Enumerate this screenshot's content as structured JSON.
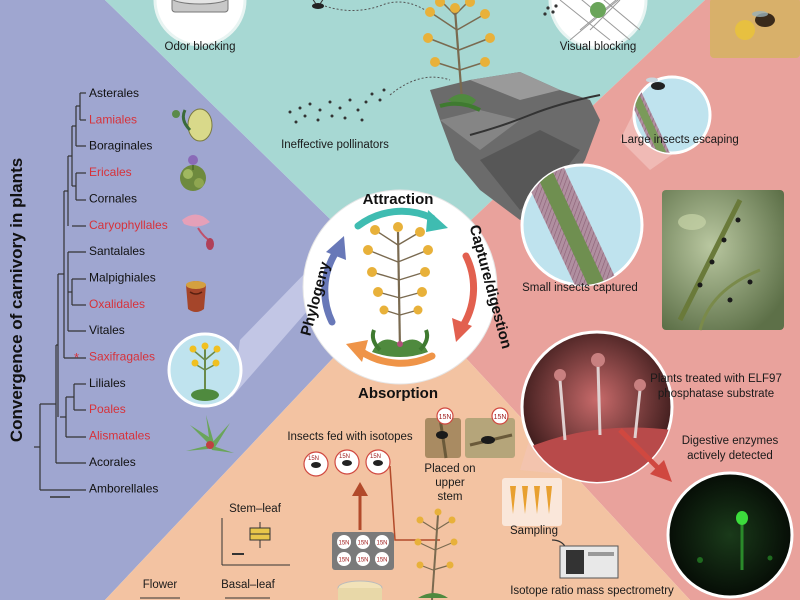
{
  "sidebar": {
    "title": "Convergence of carnivory in plants",
    "orders": [
      {
        "name": "Asterales",
        "color": "#111111"
      },
      {
        "name": "Lamiales",
        "color": "#d7323a"
      },
      {
        "name": "Boraginales",
        "color": "#111111"
      },
      {
        "name": "Ericales",
        "color": "#d7323a"
      },
      {
        "name": "Cornales",
        "color": "#111111"
      },
      {
        "name": "Caryophyllales",
        "color": "#d7323a"
      },
      {
        "name": "Santalales",
        "color": "#111111"
      },
      {
        "name": "Malpighiales",
        "color": "#111111"
      },
      {
        "name": "Oxalidales",
        "color": "#d7323a"
      },
      {
        "name": "Vitales",
        "color": "#111111"
      },
      {
        "name": "Saxifragales",
        "color": "#d7323a"
      },
      {
        "name": "Liliales",
        "color": "#111111"
      },
      {
        "name": "Poales",
        "color": "#d7323a"
      },
      {
        "name": "Alismatales",
        "color": "#d7323a"
      },
      {
        "name": "Acorales",
        "color": "#111111"
      },
      {
        "name": "Amborellales",
        "color": "#111111"
      }
    ],
    "marker": "*"
  },
  "cycle": {
    "attraction": "Attraction",
    "capture": "Capture/digestion",
    "absorption": "Absorption",
    "phylogeny": "Phylogeny"
  },
  "top_panel": {
    "odor_blocking": "Odor blocking",
    "visual_blocking": "Visual blocking",
    "ineffective_pollinators": "Ineffective pollinators"
  },
  "right_panel": {
    "large_insects": "Large insects escaping",
    "small_insects": "Small insects captured",
    "elf97_line1": "Plants treated with ELF97",
    "elf97_line2": "phosphatase substrate",
    "enzymes_line1": "Digestive enzymes",
    "enzymes_line2": "actively detected"
  },
  "bottom_panel": {
    "insects_fed": "Insects fed with isotopes",
    "placed_line1": "Placed on",
    "placed_line2": "upper",
    "placed_line3": "stem",
    "sampling": "Sampling",
    "irms": "Isotope ratio mass spectrometry",
    "isotope_label": "15N",
    "stem_leaf": "Stem–leaf",
    "flower": "Flower",
    "basal_leaf": "Basal–leaf"
  },
  "colors": {
    "purple_panel": "#9fa6d0",
    "teal_panel": "#a7d8d3",
    "red_panel": "#e9a29c",
    "peach_panel": "#f3c3a2",
    "arrow_teal": "#3fbcb1",
    "arrow_red": "#e2604f",
    "arrow_orange": "#ef9448",
    "arrow_blue": "#6878b8",
    "clade_red": "#d7323a"
  }
}
